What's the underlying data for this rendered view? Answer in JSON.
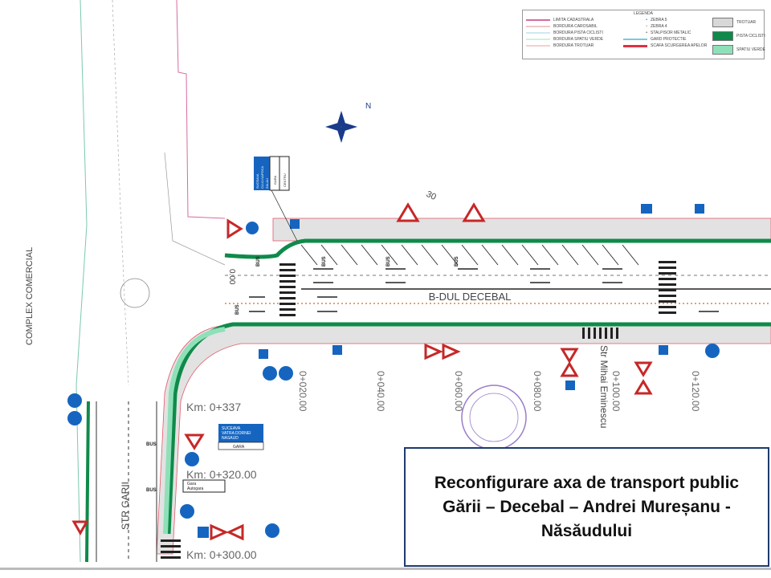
{
  "legend": {
    "title": "LEGENDA",
    "lines": [
      {
        "label": "LIMITA CADASTRALA",
        "color": "#d86aa0"
      },
      {
        "label": "BORDURA CAROSABIL",
        "color": "#f0c8c8"
      },
      {
        "label": "BORDURA PISTA CICLISTI",
        "color": "#cfe8f0"
      },
      {
        "label": "BORDURA SPATIU VERDE",
        "color": "#d0f0e0"
      },
      {
        "label": "BORDURA TROTUAR",
        "color": "#f4d0d0"
      }
    ],
    "symbols": [
      {
        "label": "ZEBRA 5"
      },
      {
        "label": "ZEBRA 4"
      },
      {
        "label": "STALPISOR METALIC"
      },
      {
        "label": "GARD PROTECTIE",
        "color": "#7ec8e0"
      },
      {
        "label": "SCAFA SCURGEREA APELOR",
        "color": "#e03040"
      }
    ],
    "fills": [
      {
        "label": "TROTUAR",
        "color": "#d8d8d8"
      },
      {
        "label": "PISTA CICLISTI",
        "color": "#0f8a4a"
      },
      {
        "label": "SPATIU VERDE",
        "color": "#8fe0b8"
      }
    ]
  },
  "map": {
    "street_main": "B-DUL DECEBAL",
    "street_garii": "STR GARII",
    "street_eminescu": "Str Mihai Eminescu",
    "complex": "COMPLEX COMERCIAL",
    "number_30": "30",
    "north": "N",
    "start_mark": "0.00",
    "chainage_horizontal": [
      "Km: 0+337",
      "Km: 0+320.00",
      "Km: 0+300.00"
    ],
    "chainage_vertical": [
      "0+020.00",
      "0+040.00",
      "0+060.00",
      "0+080.00",
      "0+100.00",
      "0+120.00"
    ],
    "bus_label": "BUS",
    "signs": {
      "direction_1": [
        "SUCEAVA",
        "CLUJ-NAPOCA",
        "ZALAU"
      ],
      "direction_1_b": "GARA",
      "direction_1_c": "CENTRU",
      "direction_2": [
        "SUCEAVA",
        "VATRA DORNEI",
        "NASAUD"
      ],
      "direction_2_b": "GARA",
      "direction_3": [
        "Gara",
        "Autogara"
      ]
    },
    "colors": {
      "cycle": "#0f8a4a",
      "green": "#8fe0b8",
      "kerb": "#e05a6a",
      "sign_blue": "#1565c0",
      "sign_red": "#c62828"
    }
  },
  "title": {
    "line1": "Reconfigurare axa de transport public",
    "line2": "Gării – Decebal – Andrei Mureșanu -",
    "line3": "Năsăudului"
  }
}
